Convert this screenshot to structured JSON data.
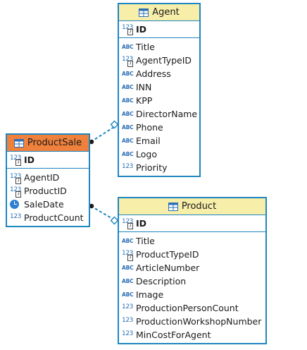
{
  "entities": {
    "agent": {
      "title": "Agent",
      "pk": {
        "name": "ID",
        "type": "123",
        "key": true
      },
      "fields": [
        {
          "name": "Title",
          "type": "ABC"
        },
        {
          "name": "AgentTypeID",
          "type": "123",
          "fk": true
        },
        {
          "name": "Address",
          "type": "ABC"
        },
        {
          "name": "INN",
          "type": "ABC"
        },
        {
          "name": "KPP",
          "type": "ABC"
        },
        {
          "name": "DirectorName",
          "type": "ABC"
        },
        {
          "name": "Phone",
          "type": "ABC"
        },
        {
          "name": "Email",
          "type": "ABC"
        },
        {
          "name": "Logo",
          "type": "ABC"
        },
        {
          "name": "Priority",
          "type": "123"
        }
      ]
    },
    "productsale": {
      "title": "ProductSale",
      "pk": {
        "name": "ID",
        "type": "123",
        "key": true
      },
      "fields": [
        {
          "name": "AgentID",
          "type": "123",
          "fk": true
        },
        {
          "name": "ProductID",
          "type": "123",
          "fk": true
        },
        {
          "name": "SaleDate",
          "type": "clock"
        },
        {
          "name": "ProductCount",
          "type": "123"
        }
      ]
    },
    "product": {
      "title": "Product",
      "pk": {
        "name": "ID",
        "type": "123",
        "key": true
      },
      "fields": [
        {
          "name": "Title",
          "type": "ABC"
        },
        {
          "name": "ProductTypeID",
          "type": "123",
          "fk": true
        },
        {
          "name": "ArticleNumber",
          "type": "ABC"
        },
        {
          "name": "Description",
          "type": "ABC"
        },
        {
          "name": "Image",
          "type": "ABC"
        },
        {
          "name": "ProductionPersonCount",
          "type": "123"
        },
        {
          "name": "ProductionWorkshopNumber",
          "type": "123"
        },
        {
          "name": "MinCostForAgent",
          "type": "123"
        }
      ]
    }
  },
  "relations": [
    {
      "from": "productsale",
      "to": "agent",
      "style": "dashed"
    },
    {
      "from": "productsale",
      "to": "product",
      "style": "dashed"
    }
  ],
  "colors": {
    "border": "#1e86c0",
    "header_default": "#f7eeaa",
    "header_selected": "#f0813c",
    "type_icon": "#2b6fb5"
  },
  "icons": {
    "table": "table-icon",
    "text_type": "abc-type-icon",
    "numeric_type": "numeric-type-icon",
    "date_type": "clock-icon",
    "key": "key-icon"
  }
}
